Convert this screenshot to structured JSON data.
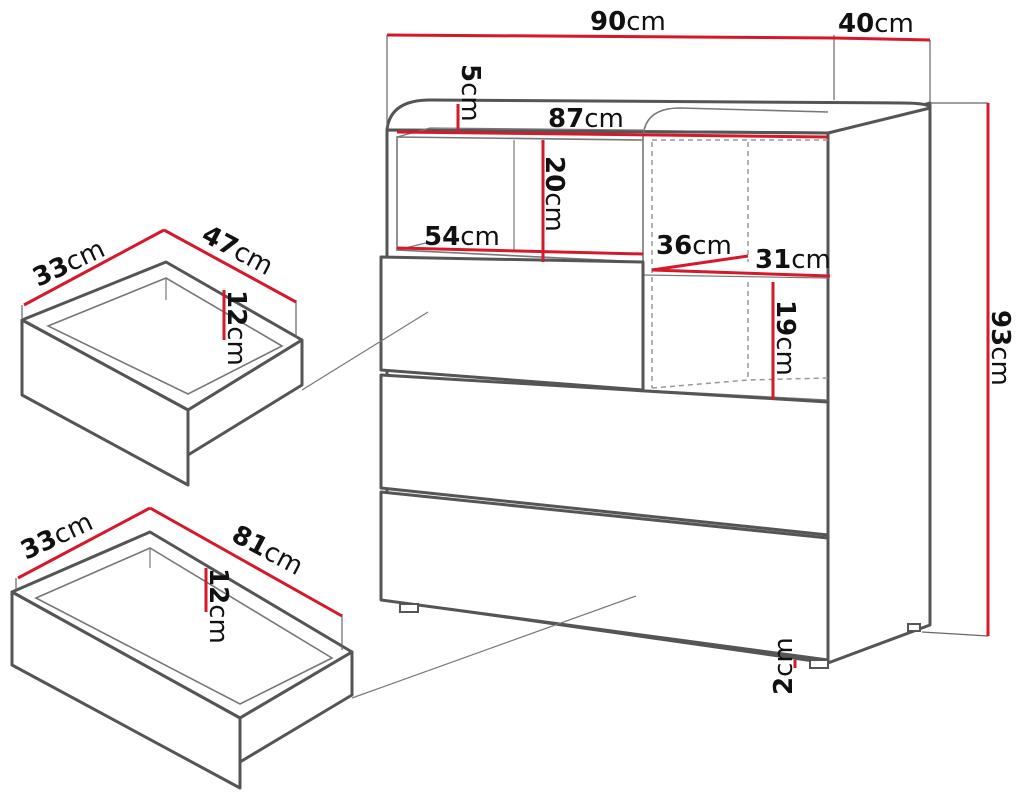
{
  "dimensions": {
    "cabinet": {
      "width": {
        "value": "90",
        "unit": "cm"
      },
      "depth": {
        "value": "40",
        "unit": "cm"
      },
      "height": {
        "value": "93",
        "unit": "cm"
      },
      "top_thickness": {
        "value": "5",
        "unit": "cm"
      },
      "inner_width": {
        "value": "87",
        "unit": "cm"
      },
      "shelf_height": {
        "value": "20",
        "unit": "cm"
      },
      "shelf_width_left": {
        "value": "54",
        "unit": "cm"
      },
      "shelf_width_right": {
        "value": "36",
        "unit": "cm"
      },
      "shelf_depth_right": {
        "value": "31",
        "unit": "cm"
      },
      "compartment_height": {
        "value": "19",
        "unit": "cm"
      },
      "leg_height": {
        "value": "2",
        "unit": "cm"
      }
    },
    "small_drawer": {
      "depth": {
        "value": "33",
        "unit": "cm"
      },
      "width": {
        "value": "47",
        "unit": "cm"
      },
      "height": {
        "value": "12",
        "unit": "cm"
      }
    },
    "large_drawer": {
      "depth": {
        "value": "33",
        "unit": "cm"
      },
      "width": {
        "value": "81",
        "unit": "cm"
      },
      "height": {
        "value": "12",
        "unit": "cm"
      }
    }
  },
  "colors": {
    "dimension_line": "#d6182b",
    "outline": "#555555"
  }
}
